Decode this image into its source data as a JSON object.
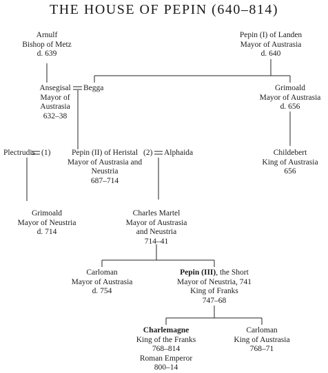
{
  "title": "THE HOUSE OF PEPIN (640–814)",
  "people": {
    "arnulf": [
      "Arnulf",
      "Bishop of Metz",
      "d. 639"
    ],
    "pepin1": [
      "Pepin (I) of Landen",
      "Mayor of Austrasia",
      "d. 640"
    ],
    "ansegisal": [
      "Ansegisal",
      "Mayor of",
      "Austrasia",
      "632–38"
    ],
    "begga": "Begga",
    "grimoald1": [
      "Grimoald",
      "Mayor of Austrasia",
      "d. 656"
    ],
    "plectrudis": "Plectrudis",
    "pepin2": [
      "Pepin (II) of Heristal",
      "Mayor of Austrasia and",
      "Neustria",
      "687–714"
    ],
    "alphaida": "Alphaida",
    "childebert": [
      "Childebert",
      "King of Austrasia",
      "656"
    ],
    "grimoald2": [
      "Grimoald",
      "Mayor of Neustria",
      "d. 714"
    ],
    "charles": [
      "Charles Martel",
      "Mayor of Austrasia",
      "and Neustria",
      "714–41"
    ],
    "carloman1": [
      "Carloman",
      "Mayor of Austrasia",
      "d. 754"
    ],
    "pepin3": {
      "name": "Pepin (III)",
      "epithet": ", the Short",
      "lines": [
        "Mayor of Neustria, 741",
        "King of Franks",
        "747–68"
      ]
    },
    "charlemagne": [
      "Charlemagne",
      "King of the Franks",
      "768–814",
      "Roman Emperor",
      "800–14"
    ],
    "carloman2": [
      "Carloman",
      "King of Austrasia",
      "768–71"
    ]
  },
  "marriage_labels": {
    "plectrudis_num": "(1)",
    "alphaida_num": "(2)"
  }
}
